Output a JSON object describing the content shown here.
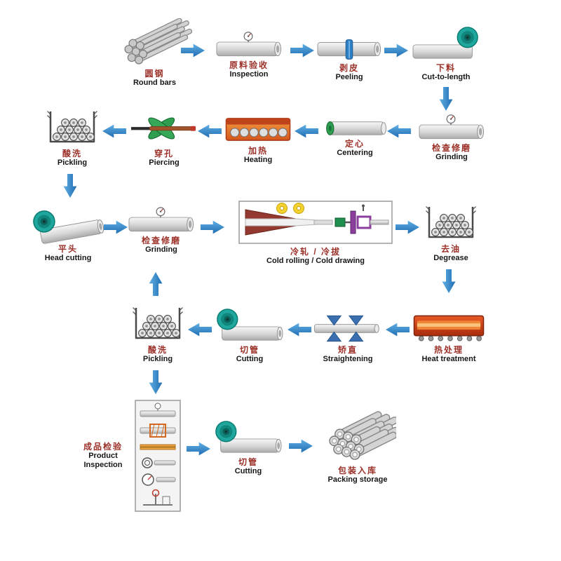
{
  "steps": {
    "round_bars": {
      "zh": "圆钢",
      "en": "Round bars"
    },
    "inspection": {
      "zh": "原料验收",
      "en": "Inspection"
    },
    "peeling": {
      "zh": "剥皮",
      "en": "Peeling"
    },
    "cut_to_length": {
      "zh": "下料",
      "en": "Cut-to-length"
    },
    "grinding": {
      "zh": "检查修磨",
      "en": "Grinding"
    },
    "centering": {
      "zh": "定心",
      "en": "Centering"
    },
    "heating": {
      "zh": "加热",
      "en": "Heating"
    },
    "piercing": {
      "zh": "穿孔",
      "en": "Piercing"
    },
    "pickling": {
      "zh": "酸洗",
      "en": "Pickling"
    },
    "head_cutting": {
      "zh": "平头",
      "en": "Head cutting"
    },
    "cold_rolling": {
      "zh": "冷轧 / 冷拔",
      "en": "Cold rolling / Cold drawing"
    },
    "degrease": {
      "zh": "去油",
      "en": "Degrease"
    },
    "heat_treatment": {
      "zh": "热处理",
      "en": "Heat treatment"
    },
    "straightening": {
      "zh": "矫直",
      "en": "Straightening"
    },
    "cutting": {
      "zh": "切管",
      "en": "Cutting"
    },
    "product_inspection": {
      "zh": "成品检验",
      "en": "Product Inspection"
    },
    "packing_storage": {
      "zh": "包装入库",
      "en": "Packing storage"
    }
  },
  "colors": {
    "arrow_blue": "#2b84c9",
    "chinese_label_red": "#9c3028",
    "english_label_black": "#161616",
    "pipe_gray": "#d9d9d9",
    "saw_disc_teal": "#1fa79e",
    "peeling_ring_blue": "#2d7fc1",
    "heating_furnace_orange": "#e2712b",
    "heat_treatment_red": "#c43a14",
    "piercing_green": "#2f9e4e",
    "rolling_die_maroon": "#93392f",
    "drawing_die_purple": "#8a3f9e"
  },
  "icons": {
    "round_bars": "steel-rod-bundle",
    "inspection": "pipe-with-gauge",
    "peeling": "pipe-with-blue-ring",
    "cut_to_length": "pipe-with-saw-disc-right",
    "grinding": "pipe-with-gauge",
    "centering": "pipe-with-green-tip",
    "heating": "furnace-with-balls",
    "piercing": "piercing-mill-rolls",
    "pickling": "acid-bath-tank",
    "head_cutting": "tilted-pipe-with-saw-disc",
    "cold_rolling": "rolling-and-drawing-mill",
    "degrease": "bath-tank",
    "heat_treatment": "heat-furnace",
    "straightening": "pipe-with-straightening-rollers",
    "cutting": "pipe-with-saw-disc-left",
    "product_inspection": "inspection-station-stack",
    "packing_storage": "pipe-tube-bundle"
  }
}
